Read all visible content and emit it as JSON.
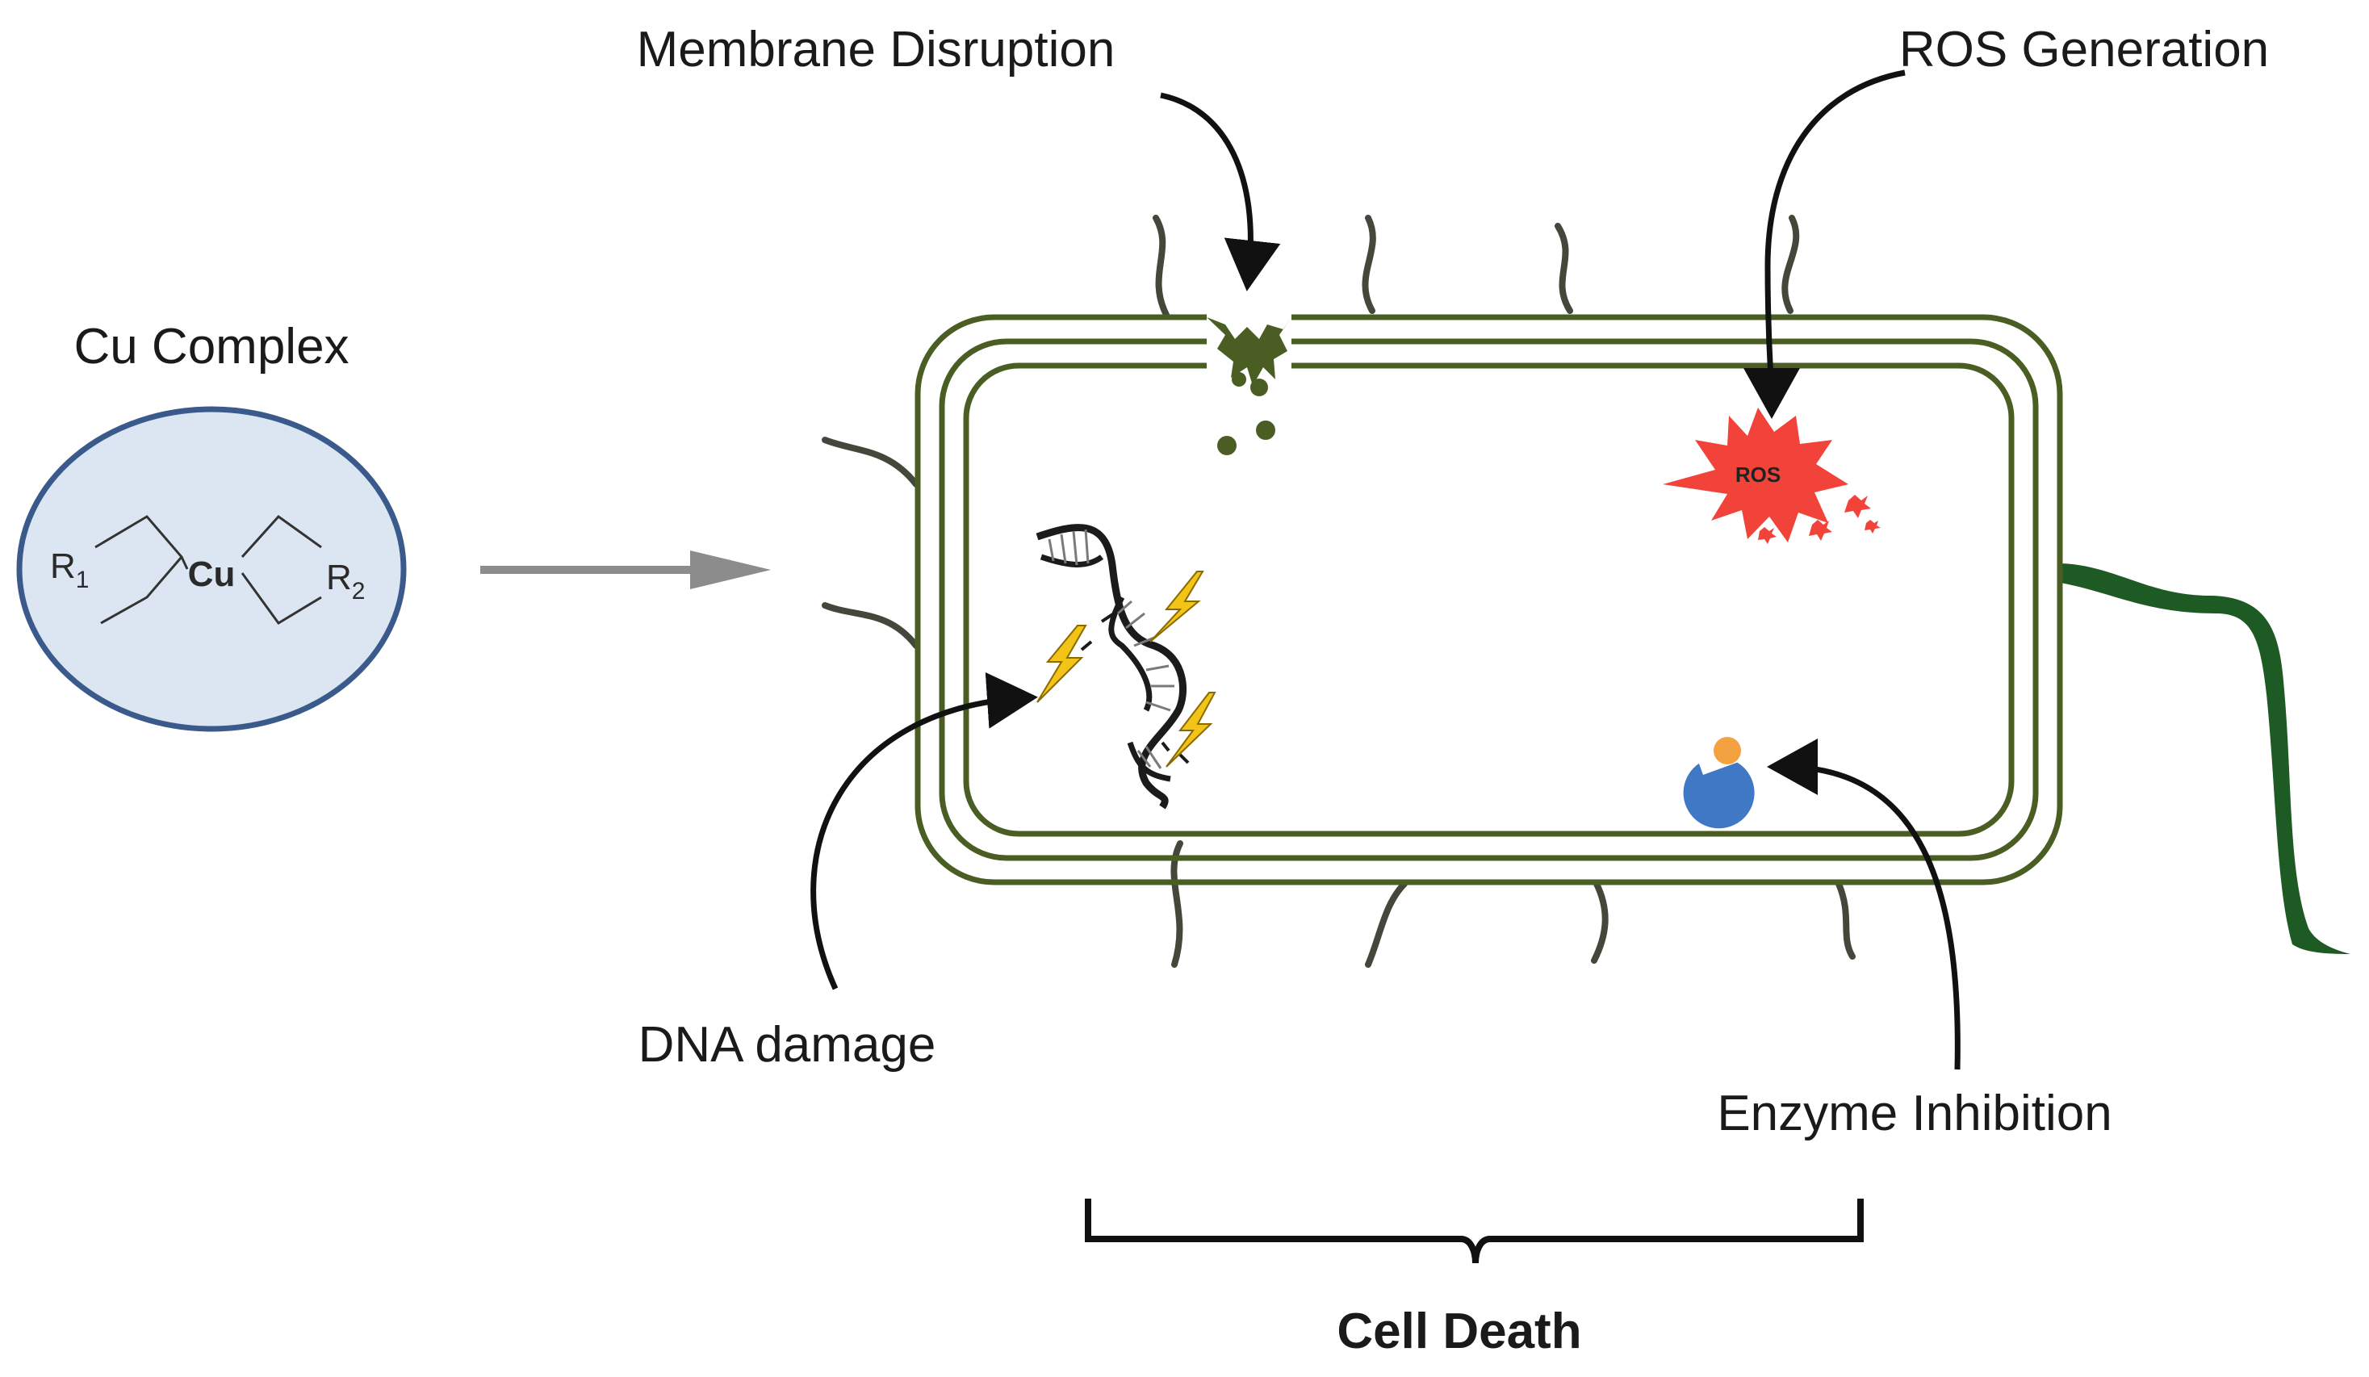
{
  "labels": {
    "cu_complex": "Cu Complex",
    "membrane_disruption": "Membrane Disruption",
    "ros_generation": "ROS Generation",
    "dna_damage": "DNA damage",
    "enzyme_inhibition": "Enzyme Inhibition",
    "cell_death": "Cell Death"
  },
  "complex": {
    "r1": "R",
    "r1_sub": "1",
    "metal": "Cu",
    "r2": "R",
    "r2_sub": "2"
  },
  "ros_badge": "ROS",
  "colors": {
    "membrane": "#4a5e23",
    "pili": "#44483a",
    "flagellum": "#1e5a23",
    "complex_fill": "#dce6f2",
    "complex_stroke": "#3a5a8c",
    "ros": "#f2433a",
    "enzyme": "#3f78c4",
    "inhibitor": "#f4a142",
    "bolt": "#f2c418",
    "arrow_gray": "#8c8c8c"
  }
}
